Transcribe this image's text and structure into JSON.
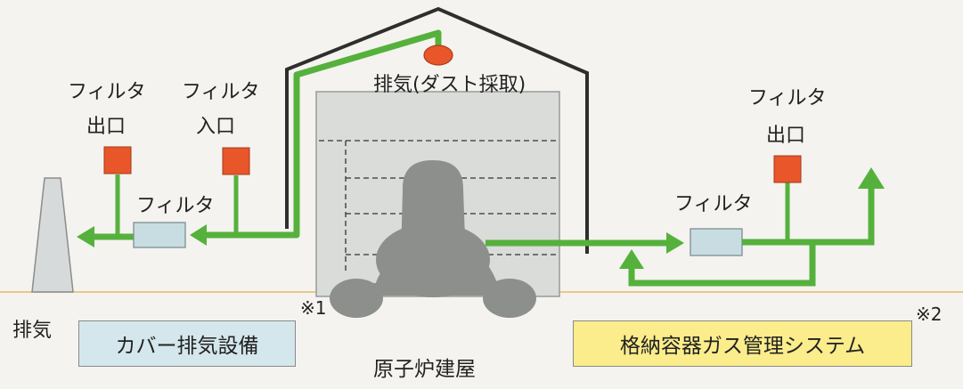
{
  "exhaust_sampling_label": "排気(ダスト採取)",
  "left_outlet": {
    "line1": "フィルタ",
    "line2": "出口"
  },
  "left_inlet": {
    "line1": "フィルタ",
    "line2": "入口"
  },
  "left_filter_label": "フィルタ",
  "right_outlet": {
    "line1": "フィルタ",
    "line2": "出口"
  },
  "right_filter_label": "フィルタ",
  "exhaust_label": "排気",
  "cover_system_label": "カバー排気設備",
  "note_1": "※1",
  "note_2": "※2",
  "reactor_building_label": "原子炉建屋",
  "pcv_gas_system_label": "格納容器ガス管理システム",
  "colors": {
    "pipe": "#55b13c",
    "sensor": "#e8562a",
    "filter_fill": "#c8dde2",
    "cover_fill": "#d4e7ec",
    "gas_fill": "#fbec8c",
    "building_fill": "#d9dcd8",
    "reactor": "#8d8f8c",
    "ground": "#e8c98a",
    "roof": "#2e2e2e"
  }
}
